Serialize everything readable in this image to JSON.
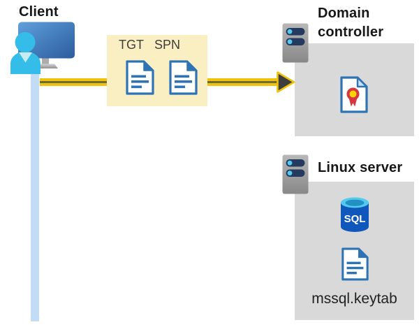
{
  "client": {
    "label": "Client"
  },
  "tokens": {
    "tgt": "TGT",
    "spn": "SPN"
  },
  "domain_controller": {
    "label": "Domain controller"
  },
  "linux_server": {
    "label": "Linux server",
    "db_label": "SQL",
    "keytab_label": "mssql.keytab"
  },
  "colors": {
    "arrow_yellow": "#f0c30b",
    "arrow_core": "#6e6a38",
    "token_box_bg": "#faefc3",
    "panel_bg": "#d9d9d9",
    "timeline_blue": "#c3dcf6",
    "doc_blue": "#2e74b5",
    "fold_light": "#cbdef2",
    "sql_blue": "#1057bc",
    "sql_top_ring": "#53c9ef",
    "sql_top_inner": "#2191c4",
    "person_cyan": "#35bde9",
    "server_bar_navy": "#243a5e",
    "server_dot_cyan": "#54caf0",
    "rosette_yellow": "#ffd400",
    "rosette_red": "#d6373f"
  }
}
